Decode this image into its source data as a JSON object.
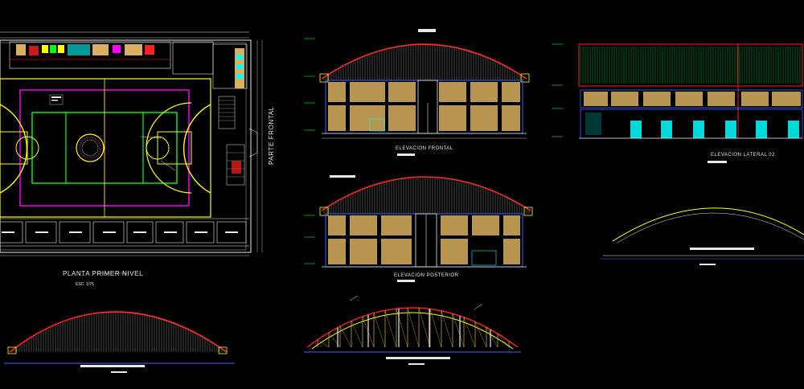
{
  "drawing": {
    "background": "#000000",
    "colors": {
      "red": "#ff2020",
      "yellow": "#ffff00",
      "green": "#00ff00",
      "magenta": "#ff00ff",
      "cyan": "#00ffff",
      "blue": "#4060ff",
      "white": "#e8e8e8",
      "wood": "#d8b060",
      "roof": "#c8c8c8"
    }
  },
  "plan": {
    "title": "PLANTA PRIMER NIVEL",
    "scale": "ESC: 1/75",
    "side_label": "PARTE FRONTAL"
  },
  "views": {
    "front": {
      "title": "ELEVACION FRONTAL"
    },
    "rear": {
      "title": "ELEVACION POSTERIOR"
    },
    "lateral": {
      "title": "ELEVACION LATERAL 02"
    }
  }
}
